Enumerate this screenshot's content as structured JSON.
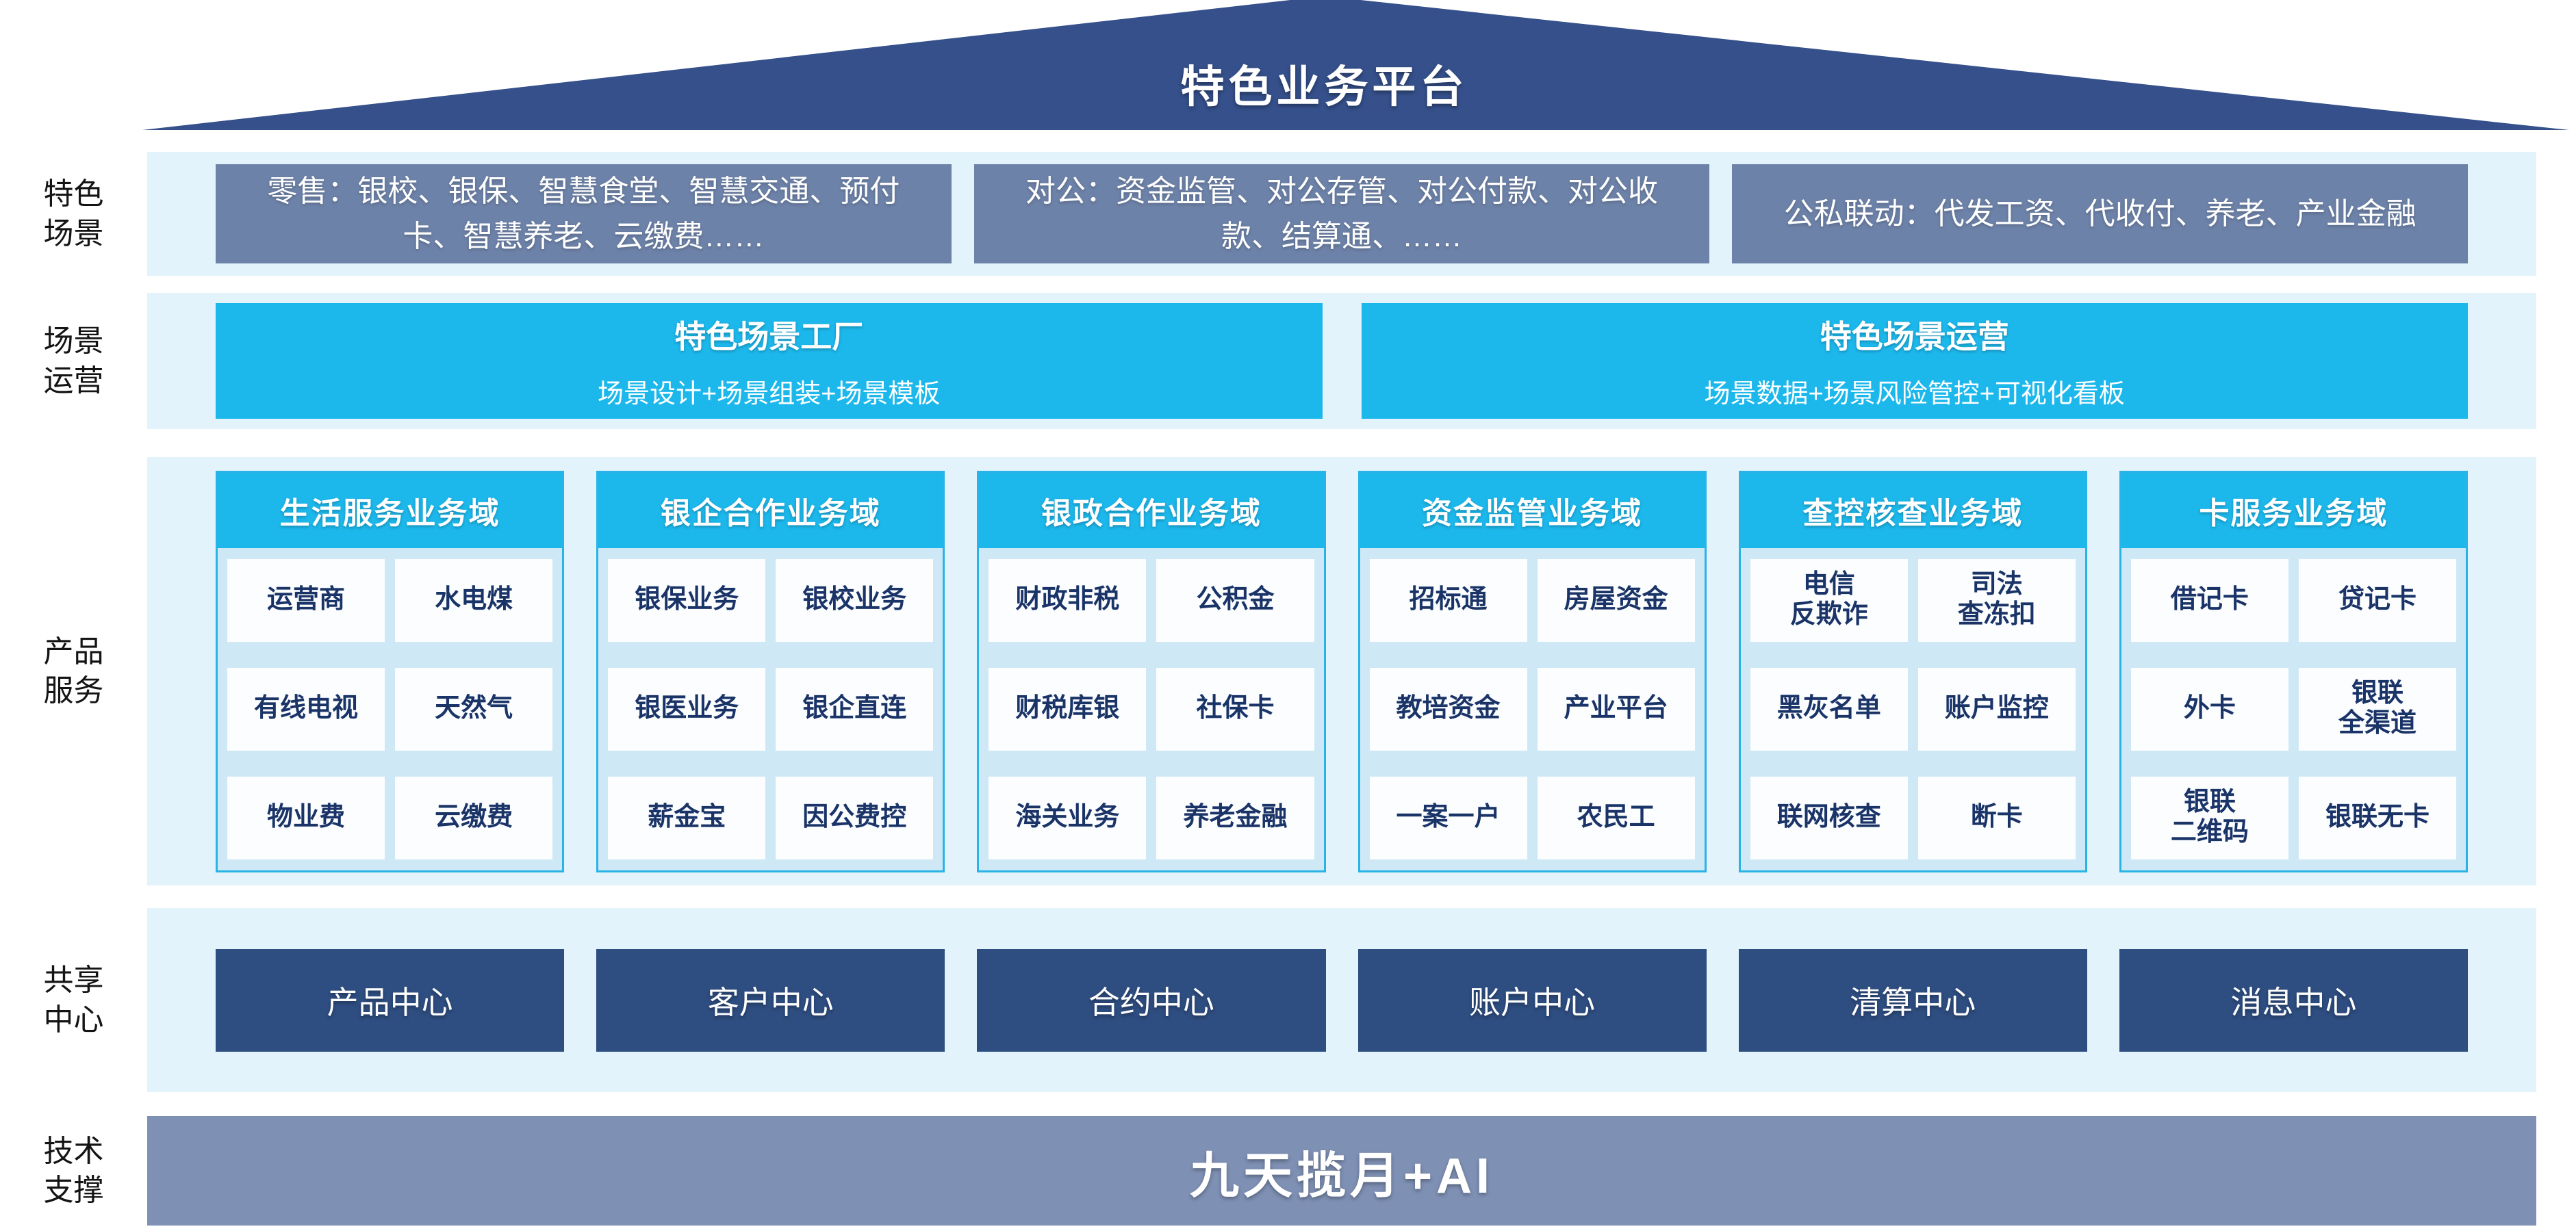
{
  "colors": {
    "roof_navy": "#35508b",
    "scenario_box_blue_gray": "#6d82a8",
    "band_light_blue": "#e2f3fb",
    "accent_cyan": "#1cb8ec",
    "column_body_blue": "#cfe8f6",
    "cell_white": "#fbfdff",
    "cell_text_navy": "#1a3468",
    "center_box_navy": "#2e4d80",
    "tech_bar_gray_blue": "#7e90b4"
  },
  "roof": {
    "title": "特色业务平台"
  },
  "side_labels": {
    "scenarios": "特色\n场景",
    "operations": "场景\n运营",
    "products": "产品\n服务",
    "shared": "共享\n中心",
    "tech": "技术\n支撑"
  },
  "scenarios": {
    "retail": "零售：银校、银保、智慧食堂、智慧交通、预付\n卡、智慧养老、云缴费……",
    "corporate": "对公：资金监管、对公存管、对公付款、对公收\n款、结算通、……",
    "linkage": "公私联动：代发工资、代收付、养老、产业金融"
  },
  "operations": {
    "factory": {
      "title": "特色场景工厂",
      "subtitle": "场景设计+场景组装+场景模板"
    },
    "operation": {
      "title": "特色场景运营",
      "subtitle": "场景数据+场景风险管控+可视化看板"
    }
  },
  "products": {
    "columns": [
      {
        "header": "生活服务业务域",
        "cells": [
          "运营商",
          "水电煤",
          "有线电视",
          "天然气",
          "物业费",
          "云缴费"
        ]
      },
      {
        "header": "银企合作业务域",
        "cells": [
          "银保业务",
          "银校业务",
          "银医业务",
          "银企直连",
          "薪金宝",
          "因公费控"
        ]
      },
      {
        "header": "银政合作业务域",
        "cells": [
          "财政非税",
          "公积金",
          "财税库银",
          "社保卡",
          "海关业务",
          "养老金融"
        ]
      },
      {
        "header": "资金监管业务域",
        "cells": [
          "招标通",
          "房屋资金",
          "教培资金",
          "产业平台",
          "一案一户",
          "农民工"
        ]
      },
      {
        "header": "查控核查业务域",
        "cells": [
          "电信\n反欺诈",
          "司法\n查冻扣",
          "黑灰名单",
          "账户监控",
          "联网核查",
          "断卡"
        ]
      },
      {
        "header": "卡服务业务域",
        "cells": [
          "借记卡",
          "贷记卡",
          "外卡",
          "银联\n全渠道",
          "银联\n二维码",
          "银联无卡"
        ]
      }
    ]
  },
  "centers": [
    "产品中心",
    "客户中心",
    "合约中心",
    "账户中心",
    "清算中心",
    "消息中心"
  ],
  "tech": {
    "title": "九天揽月+AI"
  }
}
